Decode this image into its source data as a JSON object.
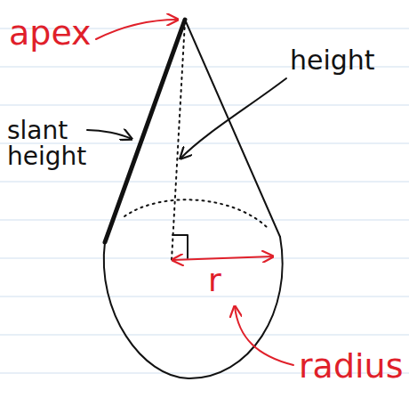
{
  "diagram": {
    "labels": [
      "apex",
      "height",
      "slant height",
      "r",
      "radius"
    ]
  }
}
